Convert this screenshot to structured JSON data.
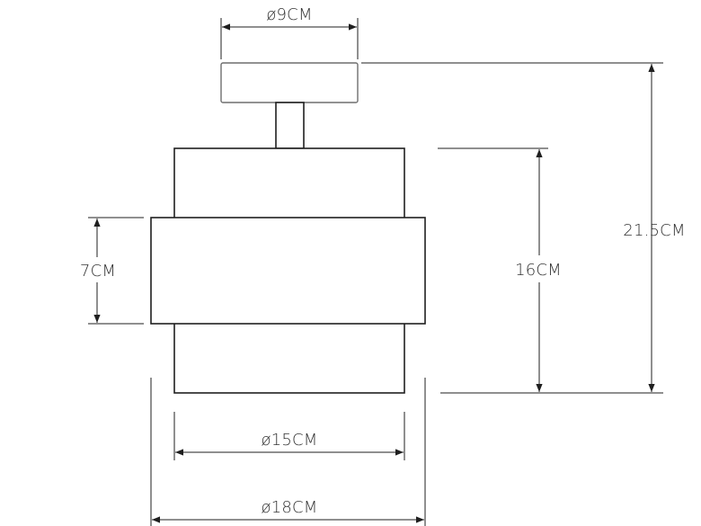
{
  "dimensions": {
    "canopy_diameter": "ø9CM",
    "band_height": "7CM",
    "shade_height": "16CM",
    "total_height": "21.5CM",
    "shade_diameter": "ø15CM",
    "band_diameter": "ø18CM"
  }
}
